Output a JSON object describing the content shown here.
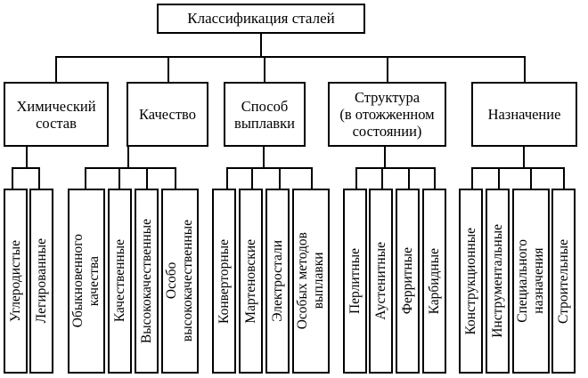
{
  "title": "Классификация сталей",
  "categories": [
    {
      "label": "Химический\nсостав",
      "items": [
        "Углеродистые",
        "Легированные"
      ]
    },
    {
      "label": "Качество",
      "items": [
        "Обыкновенного\nкачества",
        "Качественные",
        "Высококачественные",
        "Особо\nвысококачественные"
      ]
    },
    {
      "label": "Способ\nвыплавки",
      "items": [
        "Конверторные",
        "Мартеновские",
        "Электростали",
        "Особых методов\nвыплавки"
      ]
    },
    {
      "label": "Структура\n(в отожженном\nсостоянии)",
      "items": [
        "Перлитные",
        "Аустенитные",
        "Ферритные",
        "Карбидные"
      ]
    },
    {
      "label": "Назначение",
      "items": [
        "Конструкционные",
        "Инструментальные",
        "Специального\nназначения",
        "Строительные"
      ]
    }
  ]
}
